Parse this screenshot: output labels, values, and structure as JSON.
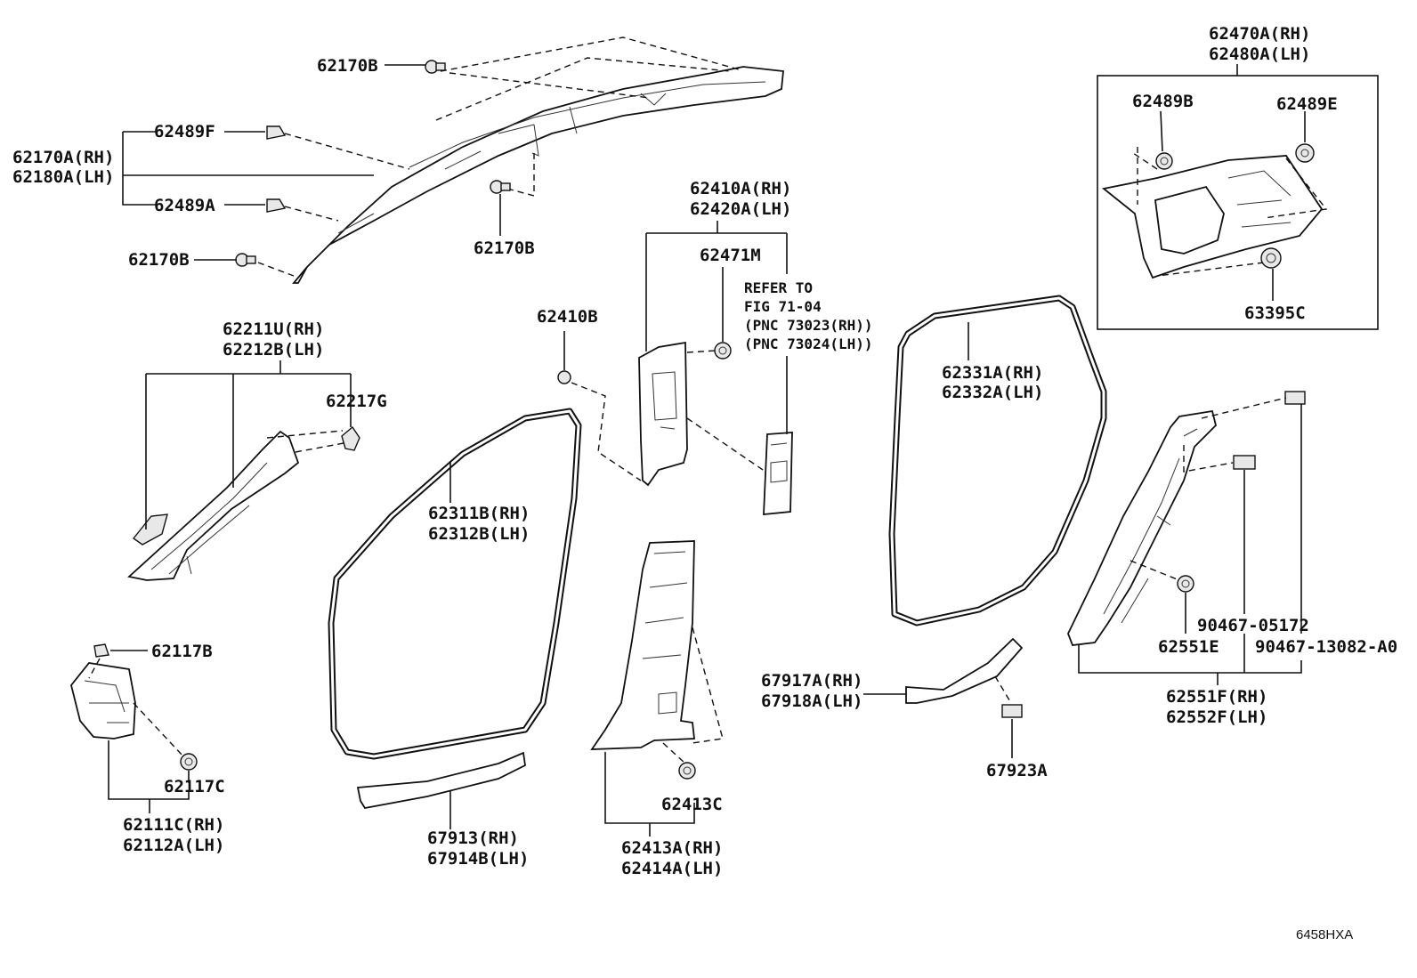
{
  "labels": {
    "p62170B_top": "62170B",
    "p62489F": "62489F",
    "p62170A": "62170A(RH)",
    "p62180A": "62180A(LH)",
    "p62489A": "62489A",
    "p62170B_mid": "62170B",
    "p62170B_left": "62170B",
    "p62410A": "62410A(RH)",
    "p62420A": "62420A(LH)",
    "p62471M": "62471M",
    "refer_1": "REFER TO",
    "refer_2": "FIG 71-04",
    "refer_3": "(PNC 73023(RH))",
    "refer_4": "(PNC 73024(LH))",
    "p62410B": "62410B",
    "p62211U": "62211U(RH)",
    "p62212B": "62212B(LH)",
    "p62217G": "62217G",
    "p62311B": "62311B(RH)",
    "p62312B": "62312B(LH)",
    "p62331A": "62331A(RH)",
    "p62332A": "62332A(LH)",
    "p62470A": "62470A(RH)",
    "p62480A": "62480A(LH)",
    "p62489B": "62489B",
    "p62489E": "62489E",
    "p63395C": "63395C",
    "p62117B": "62117B",
    "p62117C": "62117C",
    "p62111C": "62111C(RH)",
    "p62112A": "62112A(LH)",
    "p67913": "67913(RH)",
    "p67914B": "67914B(LH)",
    "p62413C": "62413C",
    "p62413A": "62413A(RH)",
    "p62414A": "62414A(LH)",
    "p67917A": "67917A(RH)",
    "p67918A": "67918A(LH)",
    "p67923A": "67923A",
    "p90467_05172": "90467-05172",
    "p62551E": "62551E",
    "p90467_13082": "90467-13082-A0",
    "p62551F": "62551F(RH)",
    "p62552F": "62552F(LH)",
    "diagram_code": "6458HXA"
  }
}
